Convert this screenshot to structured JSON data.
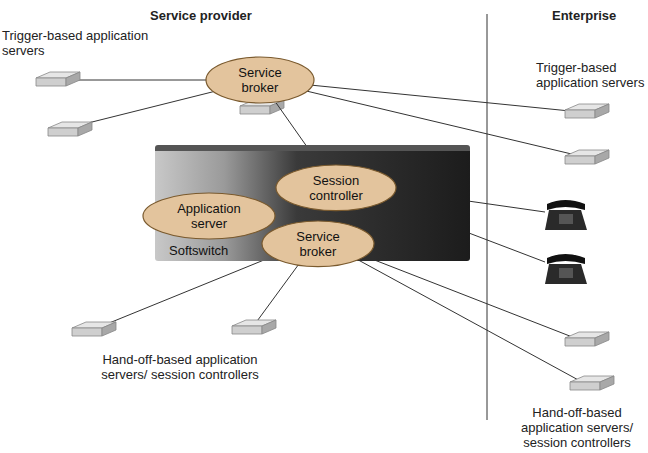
{
  "diagram": {
    "nodes": [
      {
        "text": [
          "Service broker"
        ]
      },
      {
        "text": [
          "Softswitch"
        ]
      },
      {
        "text": [
          "Session controller"
        ],
        "in": 1
      },
      {
        "text": [
          "Application server"
        ],
        "in": 1
      },
      {
        "text": [
          "Service broker"
        ],
        "in": 1
      }
    ],
    "edges": [
      {
        "from": 0,
        "to": 2,
        "arrow": "none"
      }
    ],
    "labels": [
      "Service provider",
      "Enterprise",
      "Trigger-based application servers",
      "Trigger-based application servers",
      "Hand-off-based application servers/ session controllers",
      "Hand-off-based application servers/ session controllers"
    ]
  }
}
